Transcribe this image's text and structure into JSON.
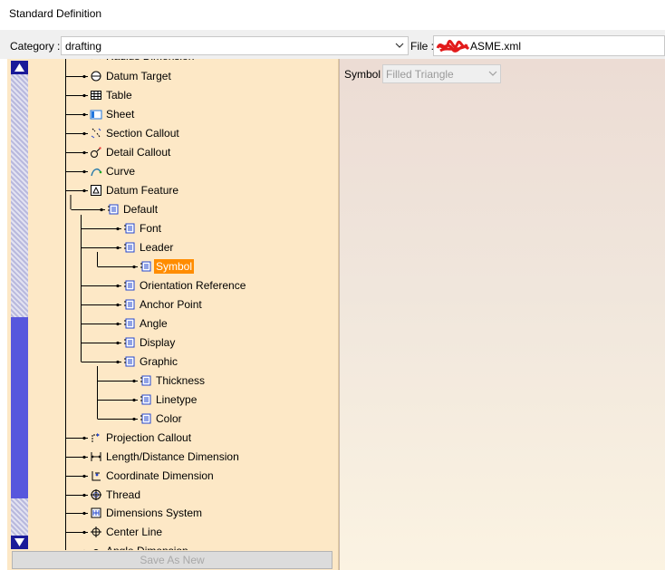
{
  "window": {
    "title": "Standard Definition"
  },
  "category": {
    "label": "Category :",
    "value": "drafting"
  },
  "file": {
    "label": "File :",
    "value": "ASME.xml"
  },
  "tree": {
    "nodes": [
      {
        "label": "Radius Dimension",
        "icon": "radius-dimension-icon"
      },
      {
        "label": "Datum Target",
        "icon": "datum-target-icon"
      },
      {
        "label": "Table",
        "icon": "table-icon"
      },
      {
        "label": "Sheet",
        "icon": "sheet-icon"
      },
      {
        "label": "Section Callout",
        "icon": "section-callout-icon"
      },
      {
        "label": "Detail Callout",
        "icon": "detail-callout-icon"
      },
      {
        "label": "Curve",
        "icon": "curve-icon"
      },
      {
        "label": "Datum Feature",
        "icon": "datum-feature-icon"
      },
      {
        "label": "Default",
        "icon": "parameter-icon"
      },
      {
        "label": "Font",
        "icon": "parameter-icon"
      },
      {
        "label": "Leader",
        "icon": "parameter-icon"
      },
      {
        "label": "Symbol",
        "icon": "parameter-icon"
      },
      {
        "label": "Orientation Reference",
        "icon": "parameter-icon"
      },
      {
        "label": "Anchor Point",
        "icon": "parameter-icon"
      },
      {
        "label": "Angle",
        "icon": "parameter-icon"
      },
      {
        "label": "Display",
        "icon": "parameter-icon"
      },
      {
        "label": "Graphic",
        "icon": "parameter-icon"
      },
      {
        "label": "Thickness",
        "icon": "parameter-icon"
      },
      {
        "label": "Linetype",
        "icon": "parameter-icon"
      },
      {
        "label": "Color",
        "icon": "parameter-icon"
      },
      {
        "label": "Projection Callout",
        "icon": "projection-callout-icon"
      },
      {
        "label": "Length/Distance Dimension",
        "icon": "length-dimension-icon"
      },
      {
        "label": "Coordinate Dimension",
        "icon": "coordinate-dimension-icon"
      },
      {
        "label": "Thread",
        "icon": "thread-icon"
      },
      {
        "label": "Dimensions System",
        "icon": "dimensions-system-icon"
      },
      {
        "label": "Center Line",
        "icon": "center-line-icon"
      },
      {
        "label": "Angle Dimension",
        "icon": "angle-dimension-icon"
      }
    ],
    "selected": "Symbol"
  },
  "save_button": {
    "label": "Save As New"
  },
  "symbol": {
    "label": "Symbol",
    "value": "Filled Triangle"
  },
  "colors": {
    "tree_bg": "#fde8c6",
    "selection": "#ff8c00",
    "scrollbar": "#1a1a99",
    "icon_blue": "#2244cc"
  }
}
